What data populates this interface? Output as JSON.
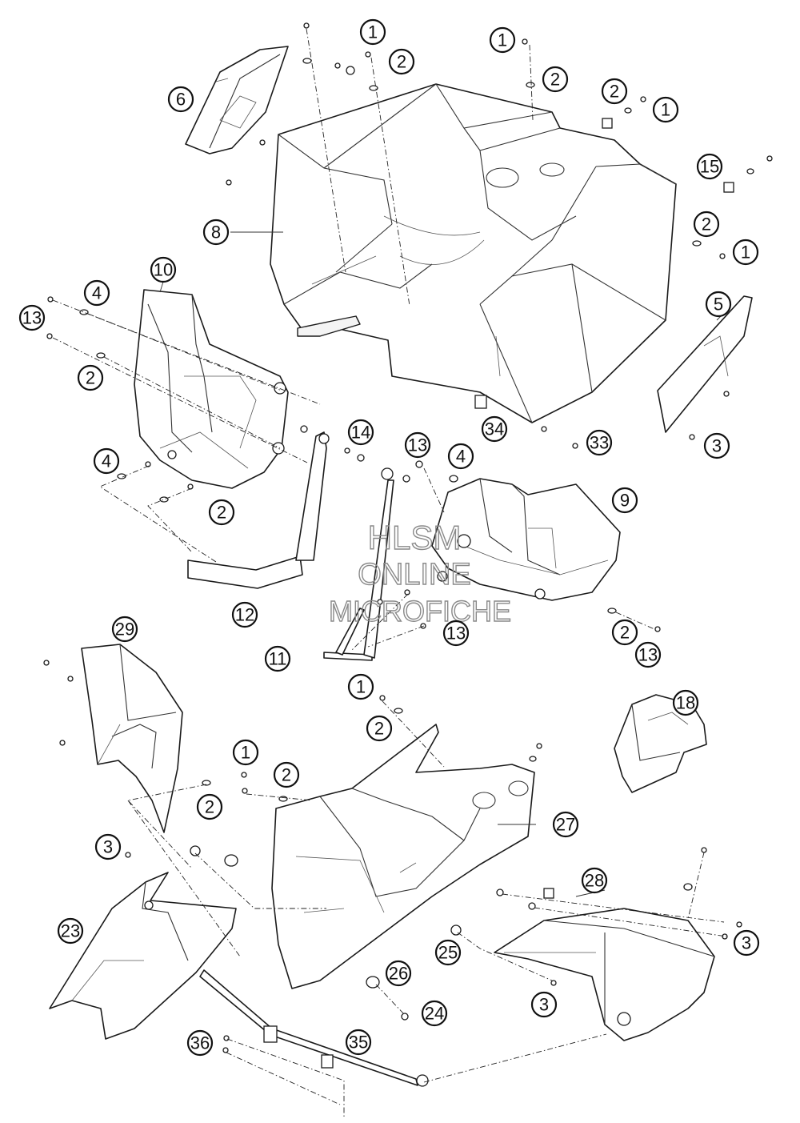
{
  "watermark": {
    "line1": "HLSM",
    "line2": "ONLINE",
    "line3": "MICROFICHE"
  },
  "callouts": {
    "c1": "1",
    "c2": "2",
    "c3": "3",
    "c4": "4",
    "c5": "5",
    "c6": "6",
    "c8": "8",
    "c9": "9",
    "c10": "10",
    "c11": "11",
    "c12": "12",
    "c13": "13",
    "c14": "14",
    "c15": "15",
    "c18": "18",
    "c23": "23",
    "c24": "24",
    "c25": "25",
    "c26": "26",
    "c27": "27",
    "c28": "28",
    "c29": "29",
    "c33": "33",
    "c34": "34",
    "c35": "35",
    "c36": "36"
  }
}
